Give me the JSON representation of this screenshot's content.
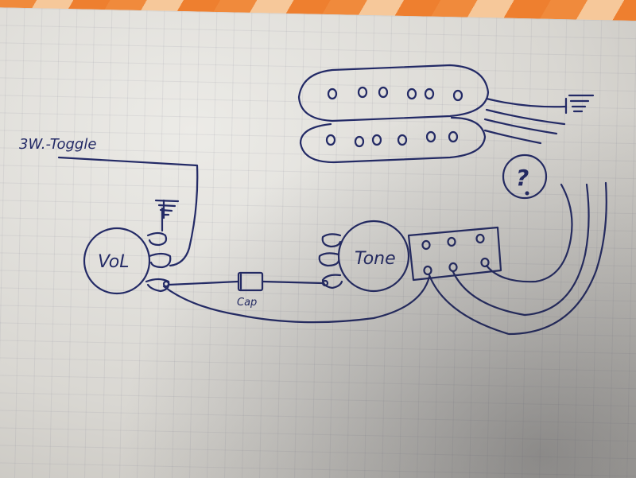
{
  "labels": {
    "toggle": "3W.-Toggle",
    "volume": "VoL",
    "tone": "Tone",
    "cap": "Cap",
    "question": "?"
  },
  "colors": {
    "ink": "#232a66",
    "paper": "#dcdad6",
    "background_fabric": "#f08a3c"
  }
}
